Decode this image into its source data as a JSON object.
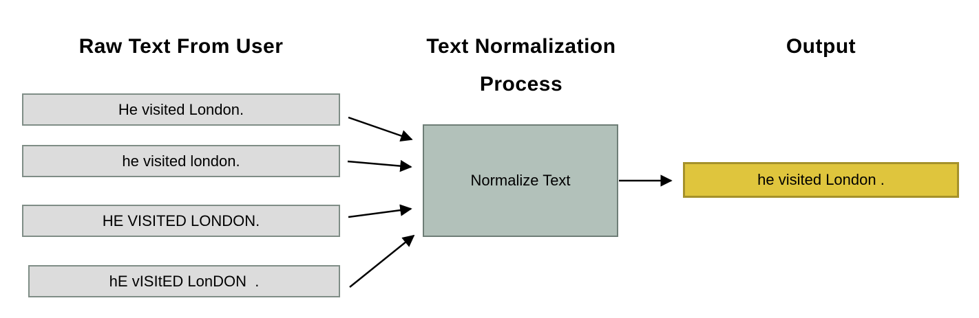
{
  "diagram": {
    "headings": {
      "left": "Raw Text From User",
      "middle": "Text Normalization Process",
      "right": "Output"
    },
    "raw_inputs": [
      {
        "label": "He visited London."
      },
      {
        "label": "he visited london."
      },
      {
        "label": "HE VISITED LONDON."
      },
      {
        "label": "hE vISItED LonDON  ."
      }
    ],
    "process": {
      "label": "Normalize Text"
    },
    "output": {
      "label": "he visited London ."
    },
    "colors": {
      "background": "#ffffff",
      "text": "#000000",
      "input_box_fill": "#dcdcdc",
      "input_box_border": "#7f8d86",
      "process_box_fill": "#b2c1ba",
      "process_box_border": "#6e7d76",
      "output_box_fill": "#dfc53d",
      "output_box_border": "#a5912b",
      "arrow": "#000000"
    }
  }
}
